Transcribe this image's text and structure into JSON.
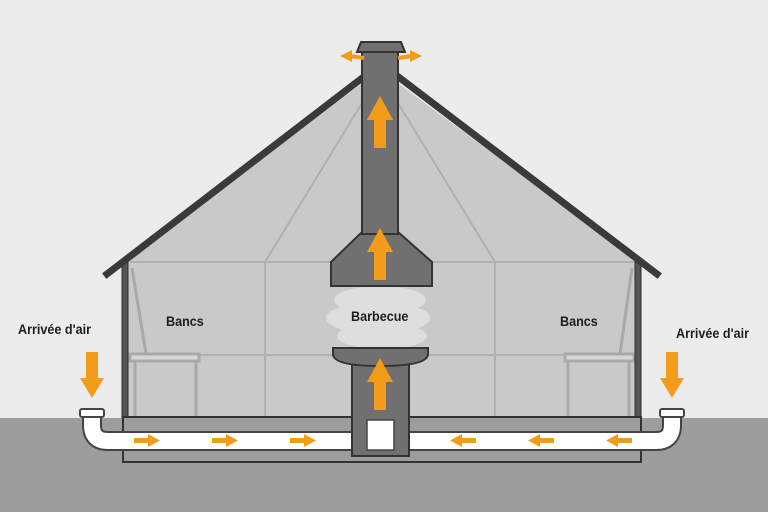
{
  "labels": {
    "air_inlet_left": "Arrivée d'air",
    "air_inlet_right": "Arrivée d'air",
    "benches_left": "Bancs",
    "benches_right": "Bancs",
    "barbecue": "Barbecue"
  },
  "colors": {
    "background": "#ececec",
    "ground": "#9d9d9d",
    "interior": "#c9c9c9",
    "chimney": "#707070",
    "outline": "#3a3a3a",
    "arrow": "#f39c1a",
    "pipe": "#ffffff"
  }
}
